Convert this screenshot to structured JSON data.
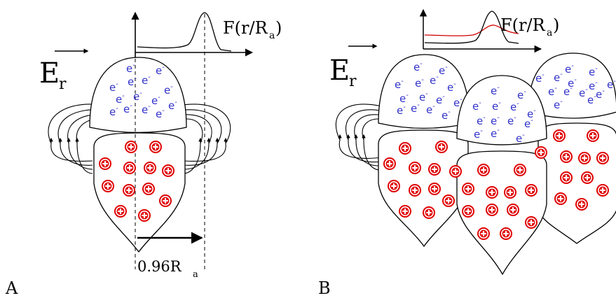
{
  "panel_a": {
    "letter": "A",
    "field_label": "E",
    "field_subscript": "r",
    "function_label_main": "F(r/R",
    "function_label_sub": "a",
    "function_label_close": ")",
    "radius_value": "0.96R",
    "radius_subscript": "a"
  },
  "panel_b": {
    "letter": "B",
    "field_label": "E",
    "field_subscript": "r",
    "function_label_main": "F(r/R",
    "function_label_sub": "a",
    "function_label_close": ")"
  },
  "particles": {
    "electron_symbol": "e",
    "electron_charge": "-",
    "ion_symbol": "+"
  },
  "colors": {
    "electron": "#3333cc",
    "ion_fill": "#e00000",
    "curve_red": "#d00000",
    "line": "#000000"
  }
}
